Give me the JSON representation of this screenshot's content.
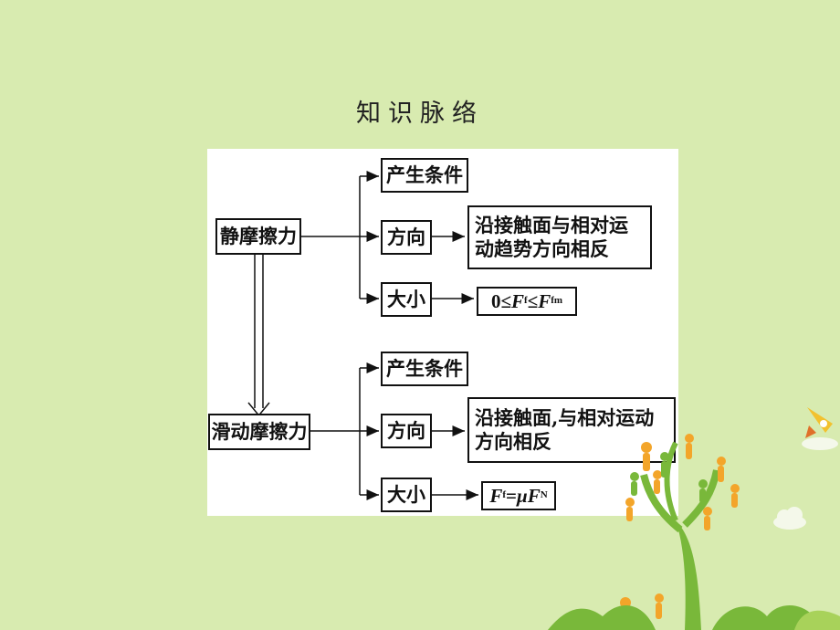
{
  "title": "知识脉络",
  "diagram": {
    "static_friction": {
      "label": "静摩擦力",
      "condition": "产生条件",
      "direction": "方向",
      "direction_desc": "沿接触面与相对运动趋势方向相反",
      "magnitude": "大小",
      "formula": {
        "lhs": "0≤",
        "f1": "F",
        "s1": "f",
        "op": "≤",
        "f2": "F",
        "s2": "fm"
      }
    },
    "sliding_friction": {
      "label": "滑动摩擦力",
      "condition": "产生条件",
      "direction": "方向",
      "direction_desc": "沿接触面,与相对运动方向相反",
      "magnitude": "大小",
      "formula": {
        "f1": "F",
        "s1": "f",
        "eq": "= ",
        "mu": "μ",
        "f2": "F",
        "s2": "N"
      }
    }
  },
  "colors": {
    "background": "#d8ebb0",
    "tree_trunk": "#79b83a",
    "leaf_green": "#a8d25a",
    "people_orange": "#f3a52a",
    "rocket": "#f2c12e"
  }
}
